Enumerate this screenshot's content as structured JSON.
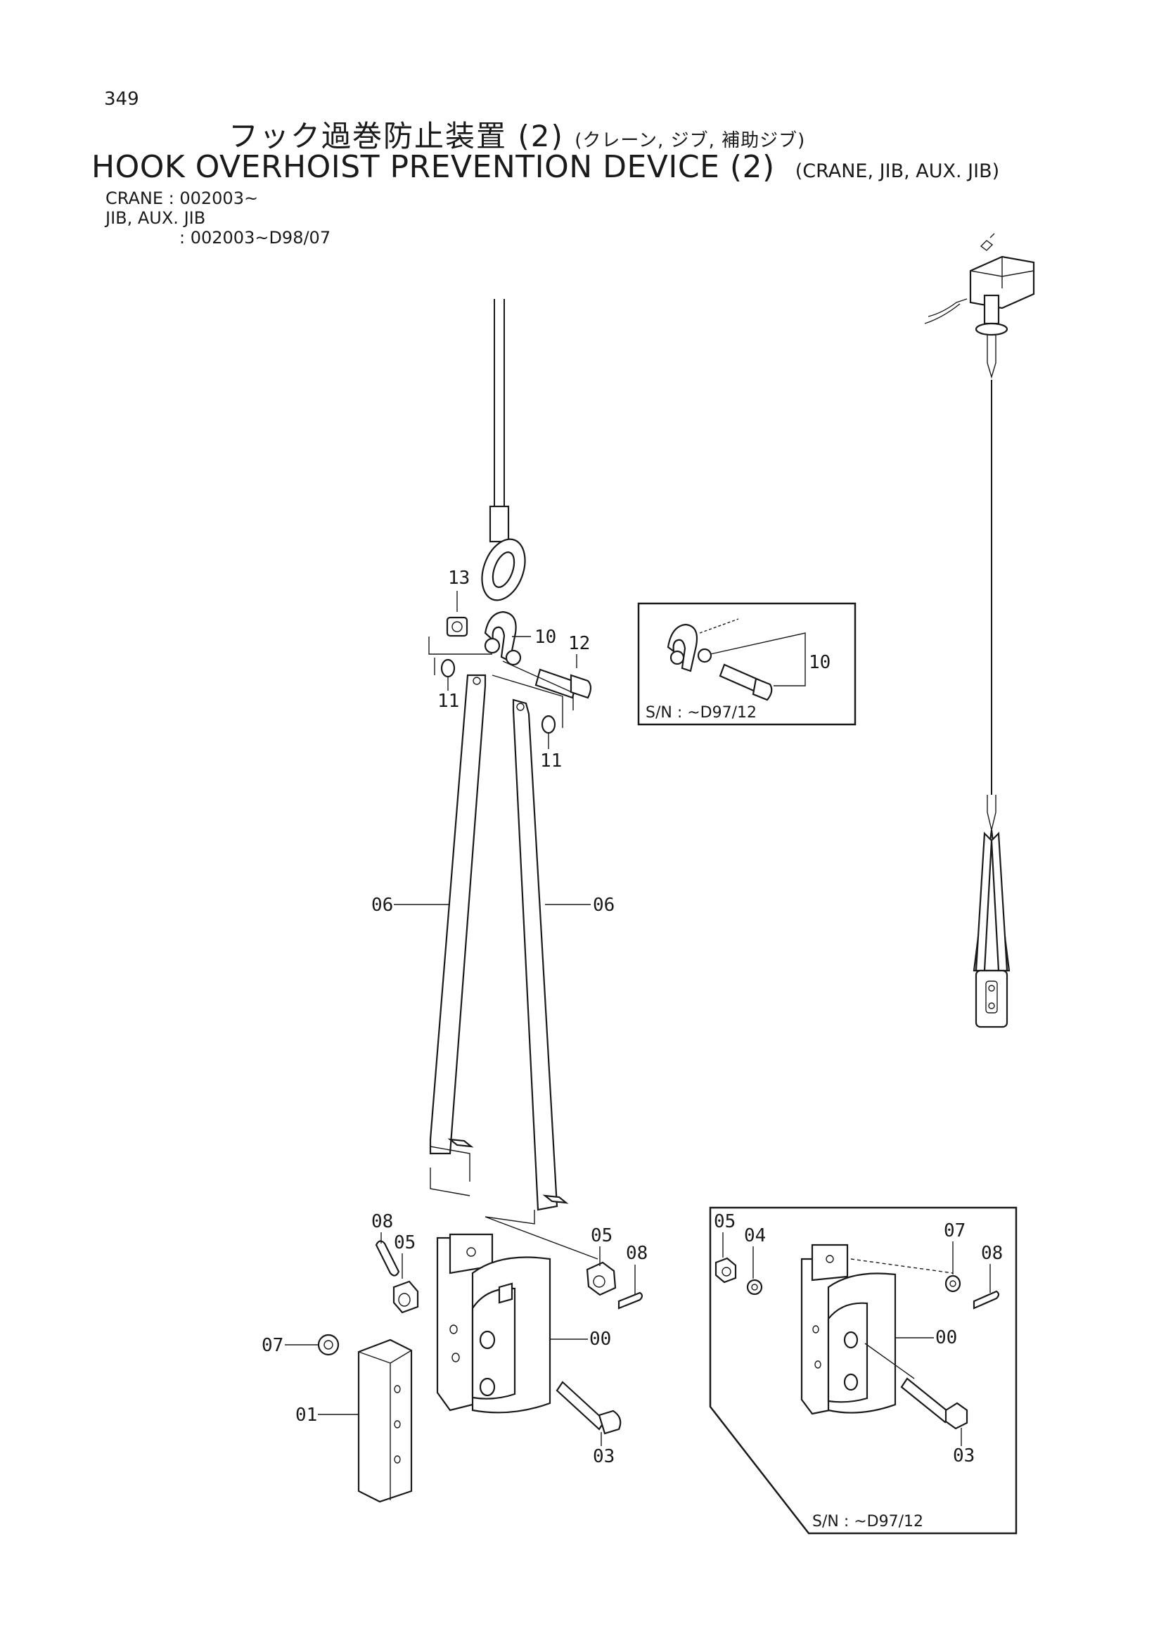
{
  "header": {
    "page_number": "349",
    "title_jp": "フック過巻防止装置 (2)",
    "title_jp_sub": "(クレーン, ジブ, 補助ジブ)",
    "title_en": "HOOK OVERHOIST PREVENTION DEVICE (2)",
    "title_en_sub": "(CRANE, JIB, AUX. JIB)",
    "serial_crane": "CRANE : 002003~",
    "serial_jib": "JIB, AUX. JIB",
    "serial_jib_range": ": 002003~D98/07"
  },
  "callouts": {
    "p13": "13",
    "p10_main": "10",
    "p12": "12",
    "p11_left": "11",
    "p11_right": "11",
    "p06_left": "06",
    "p06_right": "06",
    "p08_left": "08",
    "p05_left": "05",
    "p05_right": "05",
    "p08_right": "08",
    "p07": "07",
    "p00": "00",
    "p01": "01",
    "p03": "03"
  },
  "inset_top": {
    "p10": "10",
    "serial_note": "S/N : ~D97/12"
  },
  "inset_bottom": {
    "p05": "05",
    "p04": "04",
    "p07": "07",
    "p08": "08",
    "p00": "00",
    "p03": "03",
    "serial_note": "S/N : ~D97/12"
  }
}
